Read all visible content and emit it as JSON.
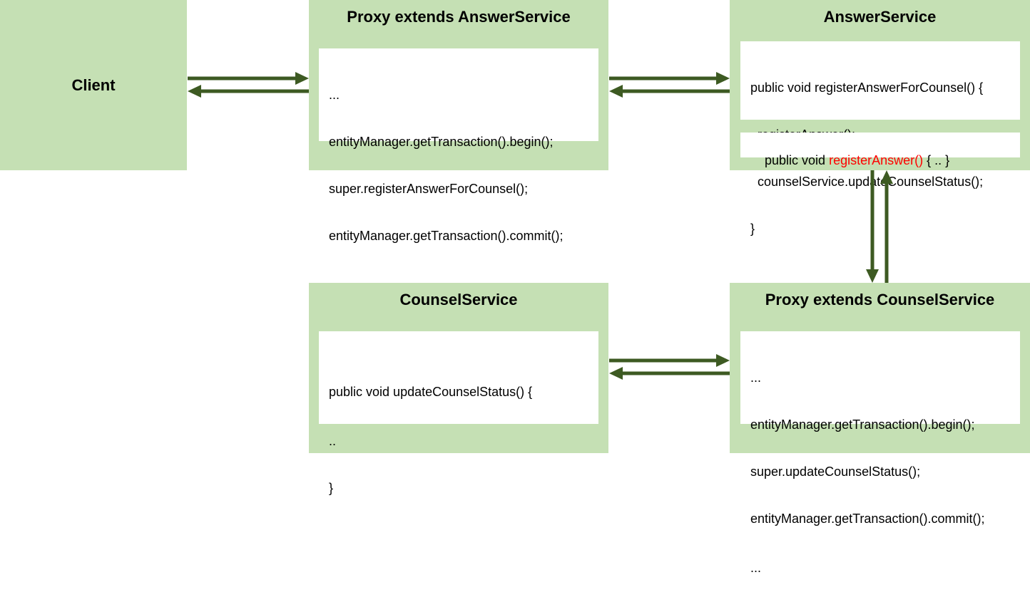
{
  "colors": {
    "box_fill": "#c5e0b4",
    "code_bg": "#ffffff",
    "arrow": "#3d5a22",
    "highlight": "#ff0000"
  },
  "client": {
    "label": "Client"
  },
  "proxy_answer": {
    "title": "Proxy extends AnswerService",
    "code": [
      "...",
      "entityManager.getTransaction().begin();",
      "super.registerAnswerForCounsel();",
      "entityManager.getTransaction().commit();",
      "..."
    ]
  },
  "answer_service": {
    "title": "AnswerService",
    "method1": [
      "public void registerAnswerForCounsel() {",
      "  registerAnswer();",
      "  counselService.updateCounselStatus();",
      "}"
    ],
    "method2": {
      "prefix": "public void ",
      "highlight": "registerAnswer()",
      "suffix": " { .. }"
    }
  },
  "counsel_service": {
    "title": "CounselService",
    "code": [
      "public void updateCounselStatus() {",
      "..",
      "}"
    ]
  },
  "proxy_counsel": {
    "title": "Proxy extends CounselService",
    "code": [
      "...",
      "entityManager.getTransaction().begin();",
      "super.updateCounselStatus();",
      "entityManager.getTransaction().commit();",
      "..."
    ]
  }
}
